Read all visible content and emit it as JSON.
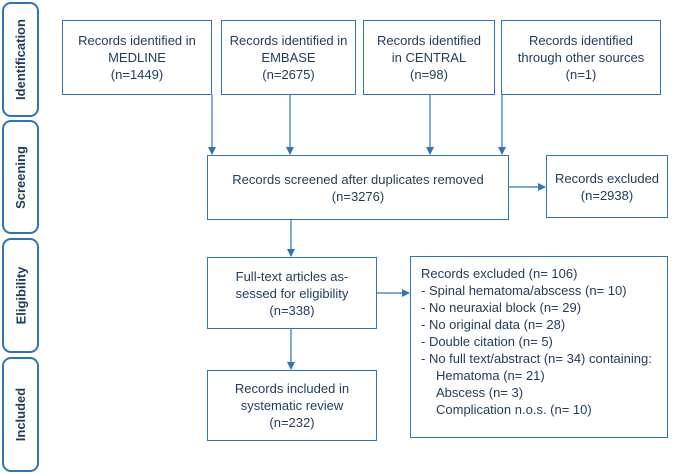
{
  "stages": {
    "identification": "Identification",
    "screening": "Screening",
    "eligibility": "Eligibility",
    "included": "Included"
  },
  "boxes": {
    "medline": [
      "Records identified in",
      "MEDLINE",
      "(n=1449)"
    ],
    "embase": [
      "Records identified in",
      "EMBASE",
      "(n=2675)"
    ],
    "central": [
      "Records identified",
      "in CENTRAL",
      "(n=98)"
    ],
    "other": [
      "Records identified",
      "through other sources",
      "(n=1)"
    ],
    "screened": [
      "Records screened after duplicates removed",
      "(n=3276)"
    ],
    "excluded_screening": [
      "Records excluded",
      "(n=2938)"
    ],
    "fulltext": [
      "Full-text articles as-",
      "sessed for eligibility",
      "(n=338)"
    ],
    "included": [
      "Records included in",
      "systematic review",
      "(n=232)"
    ],
    "excluded_fulltext": {
      "title": "Records excluded (n= 106)",
      "items": [
        "- Spinal hematoma/abscess (n= 10)",
        "- No neuraxial block (n= 29)",
        "- No original data (n= 28)",
        "- Double citation (n= 5)",
        "- No full text/abstract (n= 34) containing:"
      ],
      "subitems": [
        "Hematoma (n= 21)",
        "Abscess (n= 3)",
        "Complication n.o.s. (n= 10)"
      ]
    }
  },
  "colors": {
    "border": "#2e75b6",
    "text": "#1f3b57"
  }
}
